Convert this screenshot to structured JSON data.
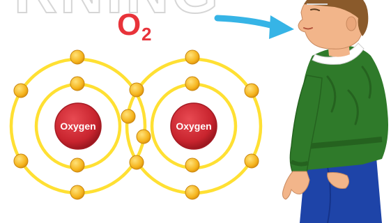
{
  "watermark": {
    "text": "RNING"
  },
  "formula": {
    "element": "O",
    "subscript": "2"
  },
  "molecule": {
    "atoms": [
      {
        "label": "Oxygen"
      },
      {
        "label": "Oxygen"
      }
    ]
  },
  "colors": {
    "orbit": "#ffe033",
    "nucleus": "#c8242e",
    "electron": "#f5b41d",
    "arrow": "#36b4e6",
    "sweater": "#2f7a2a",
    "pants": "#1e44a8",
    "skin": "#f2b58a",
    "hair": "#8a5a2b"
  },
  "icons": {
    "arrow": "arrow-right-icon",
    "person": "breathing-boy-illustration"
  }
}
